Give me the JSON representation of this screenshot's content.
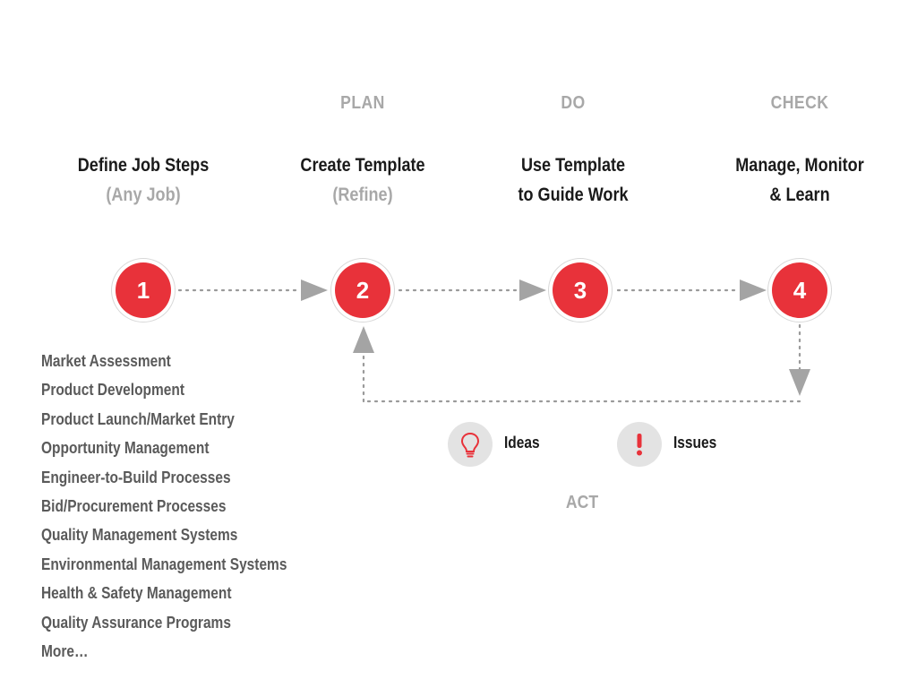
{
  "phases": {
    "plan": "PLAN",
    "do": "DO",
    "check": "CHECK",
    "act": "ACT"
  },
  "steps": [
    {
      "number": "1",
      "title": "Define Job Steps",
      "subtitle": "(Any Job)"
    },
    {
      "number": "2",
      "title": "Create Template",
      "subtitle": "(Refine)"
    },
    {
      "number": "3",
      "title": "Use Template",
      "title_line2": "to Guide Work"
    },
    {
      "number": "4",
      "title": "Manage, Monitor",
      "title_line2": "& Learn"
    }
  ],
  "job_examples": [
    "Market Assessment",
    "Product Development",
    "Product Launch/Market Entry",
    "Opportunity Management",
    "Engineer-to-Build Processes",
    "Bid/Procurement Processes",
    "Quality Management Systems",
    "Environmental Management Systems",
    "Health & Safety Management",
    "Quality Assurance Programs",
    "More…"
  ],
  "legend": {
    "ideas": {
      "label": "Ideas",
      "icon": "lightbulb-icon"
    },
    "issues": {
      "label": "Issues",
      "icon": "exclamation-icon"
    }
  },
  "colors": {
    "accent_red": "#e8323a",
    "muted_gray": "#a8a8a8",
    "connector_gray": "#9a9a9a",
    "icon_bg": "#e3e3e3"
  }
}
